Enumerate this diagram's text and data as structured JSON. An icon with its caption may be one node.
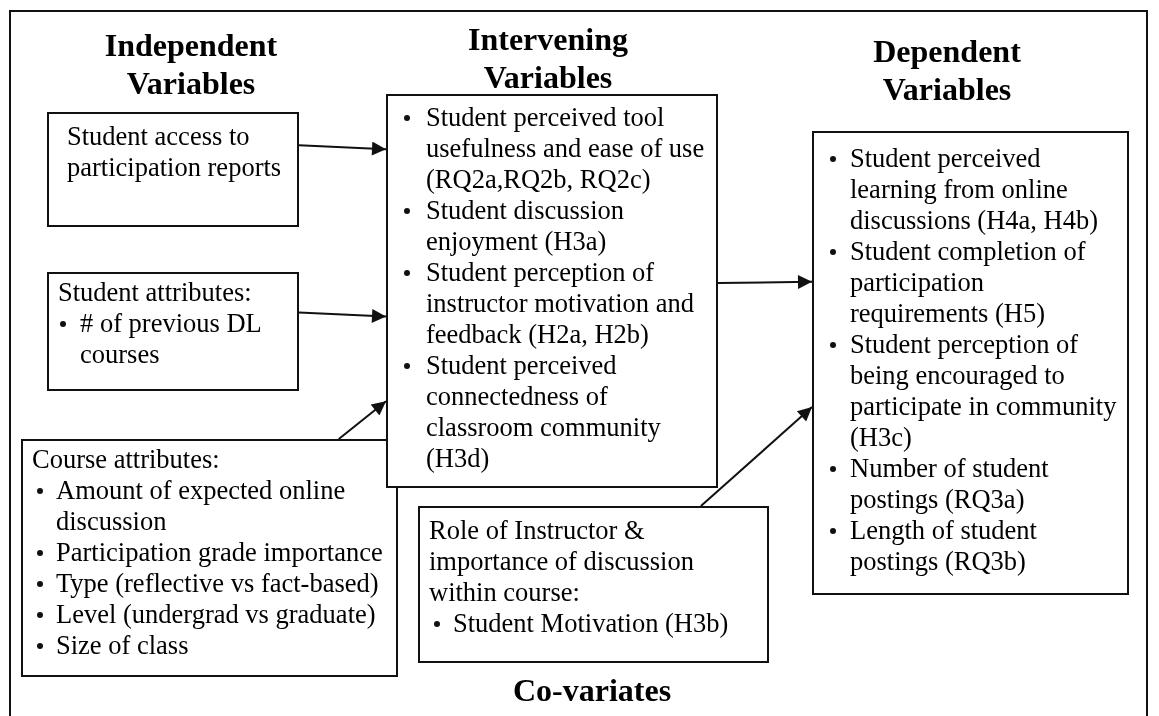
{
  "diagram": {
    "nodes": [
      {
        "text": [
          "Student access to participation reports"
        ]
      },
      {
        "text": [
          "Student attributes:",
          "# of previous DL courses"
        ]
      },
      {
        "text": [
          "Course attributes:",
          "Amount of expected online discussion",
          "Participation grade importance",
          "Type (reflective vs fact-based)",
          "Level (undergrad vs graduate)",
          "Size of class"
        ]
      },
      {
        "text": [
          "Student perceived tool usefulness and ease of use (RQ2a,RQ2b, RQ2c)",
          "Student discussion enjoyment (H3a)",
          "Student perception of instructor  motivation and feedback (H2a, H2b)",
          "Student perceived connectedness of classroom community (H3d)"
        ]
      },
      {
        "text": [
          "Role of Instructor & importance of discussion within course:",
          "Student Motivation (H3b)"
        ]
      },
      {
        "text": [
          "Student perceived learning from online discussions (H4a, H4b)",
          "Student completion of participation requirements (H5)",
          "Student perception of being encouraged to participate in community (H3c)",
          "Number of student postings (RQ3a)",
          "Length of student postings (RQ3b)"
        ]
      }
    ],
    "edges": [
      {
        "from": 0,
        "to": 3,
        "arrow": "to"
      },
      {
        "from": 1,
        "to": 3,
        "arrow": "to"
      },
      {
        "from": 2,
        "to": 3,
        "arrow": "to"
      },
      {
        "from": 3,
        "to": 5,
        "arrow": "to"
      },
      {
        "from": 4,
        "to": 5,
        "arrow": "to"
      }
    ],
    "labels": [
      "Independent Variables",
      "Intervening Variables",
      "Dependent Variables",
      "Co-variates"
    ]
  }
}
